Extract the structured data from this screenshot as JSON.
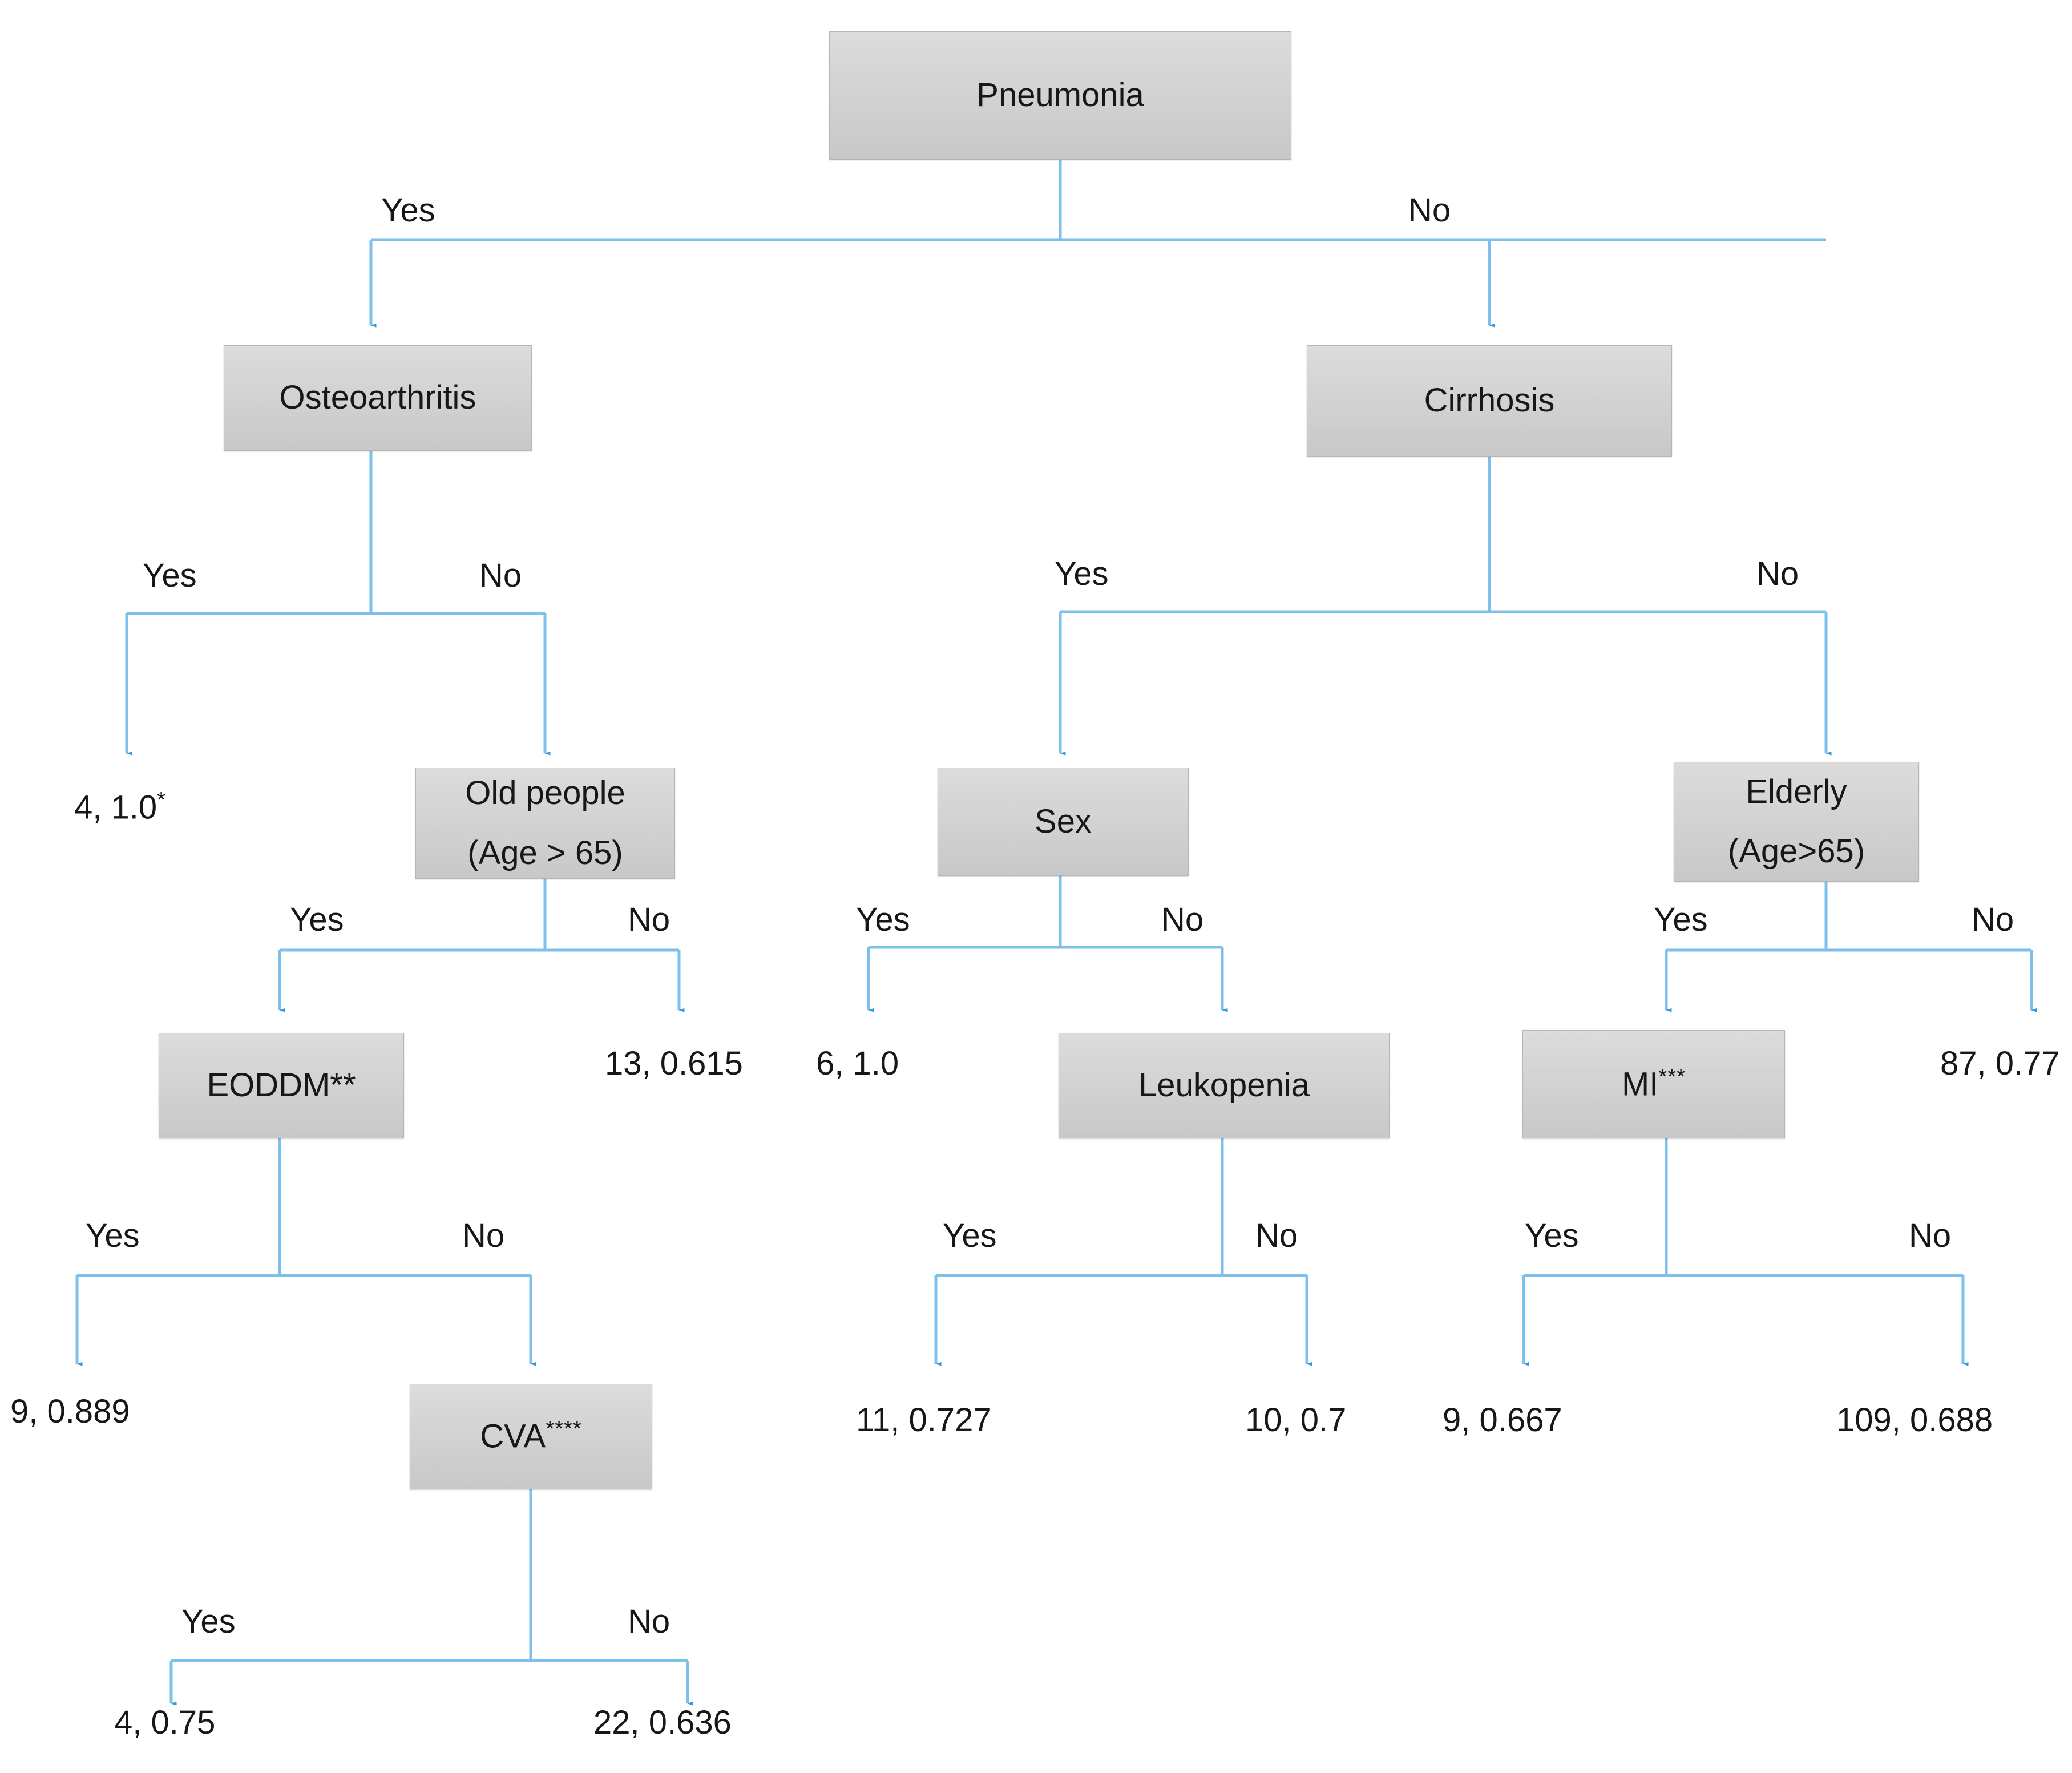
{
  "diagram": {
    "type": "decision-tree",
    "title": "Pneumonia decision tree",
    "edge_color": "#4aa3df",
    "node_fill": "#d3d3d3",
    "node_border": "#b6b6b6",
    "text_color": "#171717",
    "leaf_format": "n, probability"
  },
  "labels": {
    "yes": "Yes",
    "no": "No"
  },
  "nodes": {
    "pneumonia": {
      "label": "Pneumonia"
    },
    "osteoarthritis": {
      "label": "Osteoarthritis"
    },
    "cirrhosis": {
      "label": "Cirrhosis"
    },
    "old_people": {
      "line1": "Old people",
      "line2": "(Age > 65)"
    },
    "sex": {
      "label": "Sex"
    },
    "elderly": {
      "line1": "Elderly",
      "line2": "(Age>65)"
    },
    "eoddm": {
      "label": "EODDM**"
    },
    "leukopenia": {
      "label": "Leukopenia"
    },
    "mi": {
      "label": "MI",
      "sup": "***"
    },
    "cva": {
      "label": "CVA",
      "sup": "****"
    }
  },
  "leaves": {
    "osteo_yes": {
      "text": "4, 1.0",
      "sup": "*",
      "n": 4,
      "probability": 1.0
    },
    "oldpeople_no": {
      "text": "13, 0.615",
      "n": 13,
      "probability": 0.615
    },
    "eoddm_yes": {
      "text": "9, 0.889",
      "n": 9,
      "probability": 0.889
    },
    "cva_yes": {
      "text": "4, 0.75",
      "n": 4,
      "probability": 0.75
    },
    "cva_no": {
      "text": "22, 0.636",
      "n": 22,
      "probability": 0.636
    },
    "sex_yes": {
      "text": "6, 1.0",
      "n": 6,
      "probability": 1.0
    },
    "leuko_yes": {
      "text": "11, 0.727",
      "n": 11,
      "probability": 0.727
    },
    "leuko_no": {
      "text": "10, 0.7",
      "n": 10,
      "probability": 0.7
    },
    "elderly_no": {
      "text": "87, 0.77",
      "n": 87,
      "probability": 0.77
    },
    "mi_yes": {
      "text": "9, 0.667",
      "n": 9,
      "probability": 0.667
    },
    "mi_no": {
      "text": "109, 0.688",
      "n": 109,
      "probability": 0.688
    }
  },
  "edge_labels": {
    "pneumonia_yes": "Yes",
    "pneumonia_no": "No",
    "osteo_yes": "Yes",
    "osteo_no": "No",
    "cirrhosis_yes": "Yes",
    "cirrhosis_no": "No",
    "oldpeople_yes": "Yes",
    "oldpeople_no": "No",
    "sex_yes": "Yes",
    "sex_no": "No",
    "elderly_yes": "Yes",
    "elderly_no": "No",
    "eoddm_yes": "Yes",
    "eoddm_no": "No",
    "leuko_yes": "Yes",
    "leuko_no": "No",
    "mi_yes": "Yes",
    "mi_no": "No",
    "cva_yes": "Yes",
    "cva_no": "No"
  }
}
